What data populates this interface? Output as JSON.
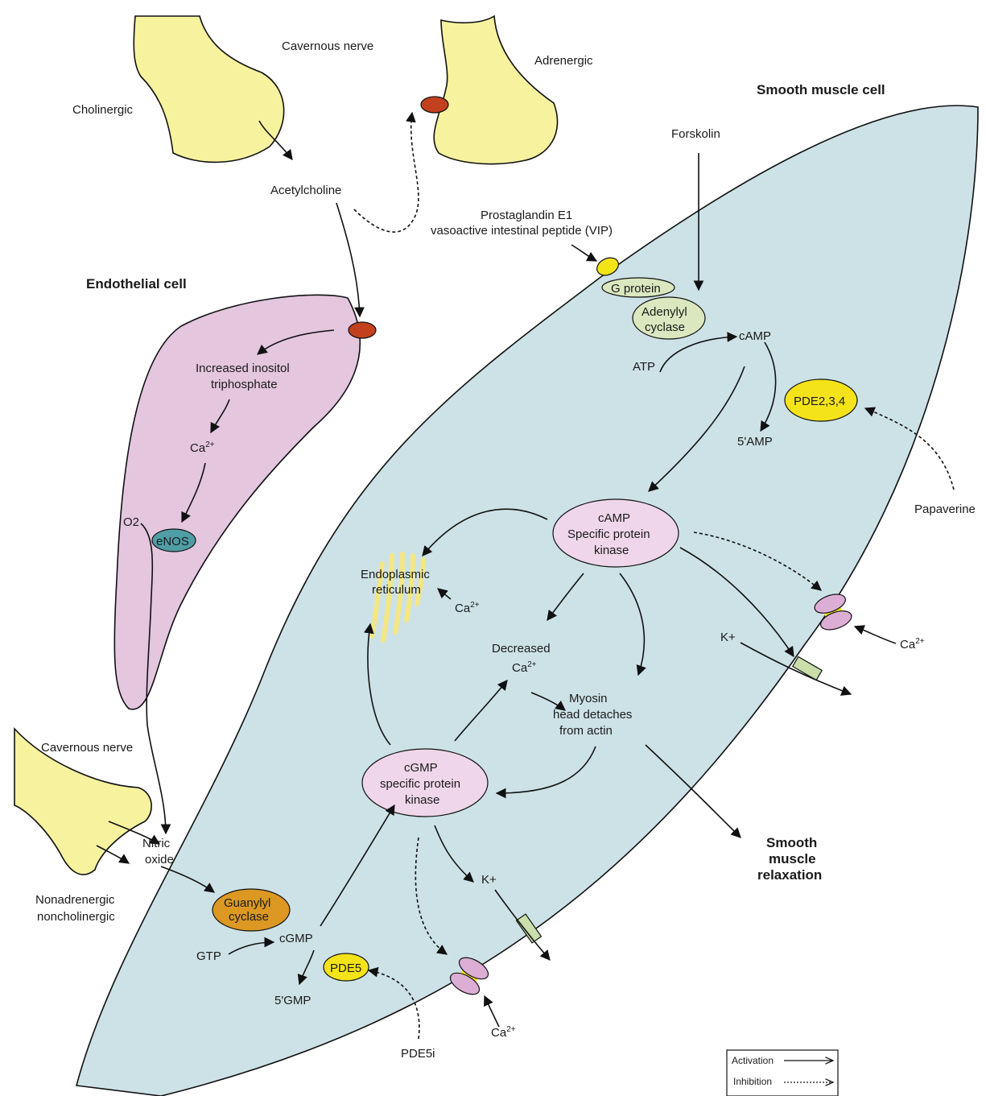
{
  "labels": {
    "cavernous_nerve_top": "Cavernous nerve",
    "adrenergic": "Adrenergic",
    "cholinergic": "Cholinergic",
    "smooth_muscle_cell": "Smooth muscle cell",
    "forskolin": "Forskolin",
    "acetylcholine": "Acetylcholine",
    "pge1": "Prostaglandin E1",
    "vip": "vasoactive intestinal peptide (VIP)",
    "endothelial_cell": "Endothelial cell",
    "g_protein": "G protein",
    "adenylyl": "Adenylyl",
    "cyclase": "cyclase",
    "camp": "cAMP",
    "atp": "ATP",
    "increased_inositol": "Increased inositol",
    "triphosphate": "triphosphate",
    "ca": "Ca",
    "ca_sup": "2+",
    "pde234": "PDE2,3,4",
    "five_amp": "5'AMP",
    "papaverine": "Papaverine",
    "o2": "O2",
    "enos": "eNOS",
    "pka_1": "cAMP",
    "pka_2": "Specific protein",
    "pka_3": "kinase",
    "er_1": "Endoplasmic",
    "er_2": "reticulum",
    "decreased": "Decreased",
    "k_plus": "K+",
    "myosin_1": "Myosin",
    "myosin_2": "head detaches",
    "myosin_3": "from actin",
    "cavernous_nerve_bottom": "Cavernous nerve",
    "pkg_1": "cGMP",
    "pkg_2": "specific protein",
    "pkg_3": "kinase",
    "nitric": "Nitric",
    "oxide": "oxide",
    "smooth": "Smooth",
    "muscle": "muscle",
    "relaxation": "relaxation",
    "nonadrenergic": "Nonadrenergic",
    "noncholinergic": "noncholinergic",
    "guanylyl": "Guanylyl",
    "cgmp": "cGMP",
    "gtp": "GTP",
    "pde5": "PDE5",
    "five_gmp": "5'GMP",
    "pde5i": "PDE5i"
  },
  "legend": {
    "activation": "Activation",
    "inhibition": "Inhibition"
  },
  "colors": {
    "smooth_muscle_fill": "#cde2e6",
    "endothelial_fill": "#e4c6df",
    "nerve_fill": "#f6f29e",
    "receptor_red": "#c2401e",
    "pink_ellipse": "#efd6ea",
    "pde_yellow": "#f5e31a",
    "enos_teal": "#4f9ea5",
    "guanylyl_orange": "#dc9822",
    "g_protein_green": "#dbe8bf",
    "k_channel_green": "#c9deab"
  }
}
